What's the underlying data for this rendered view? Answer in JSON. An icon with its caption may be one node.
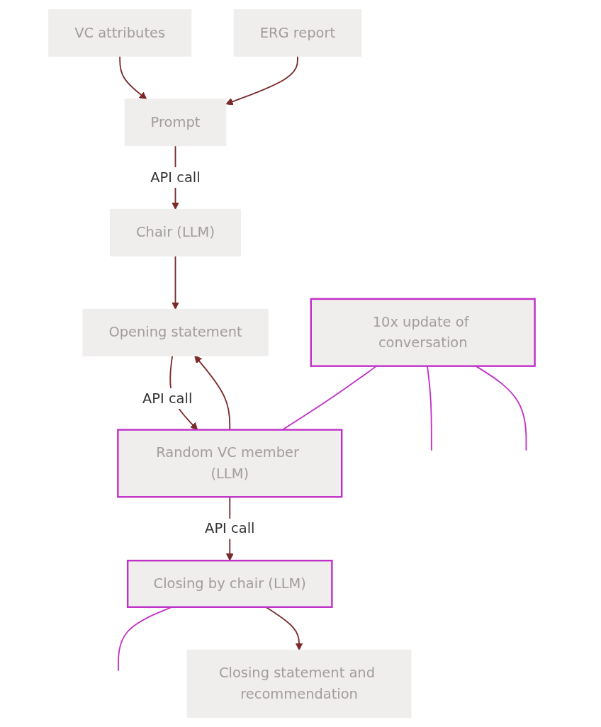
{
  "diagram": {
    "nodes": [
      {
        "text": [
          "VC attributes"
        ]
      },
      {
        "text": [
          "ERG report"
        ]
      },
      {
        "text": [
          "Prompt"
        ]
      },
      {
        "text": [
          "Chair (LLM)"
        ]
      },
      {
        "text": [
          "Opening statement"
        ]
      },
      {
        "text": [
          "Random VC member (LLM)"
        ]
      },
      {
        "text": [
          "10x update of conversation"
        ]
      },
      {
        "text": [
          "Closing by chair (LLM)"
        ]
      },
      {
        "text": [
          "Closing statement and recommendation"
        ]
      }
    ],
    "edges": [
      {
        "from": 0,
        "to": 2,
        "arrow": "to"
      },
      {
        "from": 1,
        "to": 2,
        "arrow": "to"
      },
      {
        "from": 2,
        "to": 3,
        "label": "API call",
        "arrow": "to"
      },
      {
        "from": 3,
        "to": 4,
        "arrow": "to"
      },
      {
        "from": 4,
        "to": 5,
        "label": "API call",
        "arrow": "to"
      },
      {
        "from": 5,
        "to": 4,
        "arrow": "to"
      },
      {
        "from": 6,
        "to": 5,
        "arrow": "none",
        "color": "#c030c8"
      },
      {
        "from": 6,
        "to": null,
        "arrow": "none",
        "color": "#c030c8"
      },
      {
        "from": 6,
        "to": null,
        "arrow": "none",
        "color": "#c030c8"
      },
      {
        "from": 5,
        "to": 7,
        "label": "API call",
        "arrow": "to"
      },
      {
        "from": 7,
        "to": null,
        "arrow": "none",
        "color": "#c030c8"
      },
      {
        "from": 7,
        "to": 8,
        "arrow": "to"
      }
    ]
  }
}
